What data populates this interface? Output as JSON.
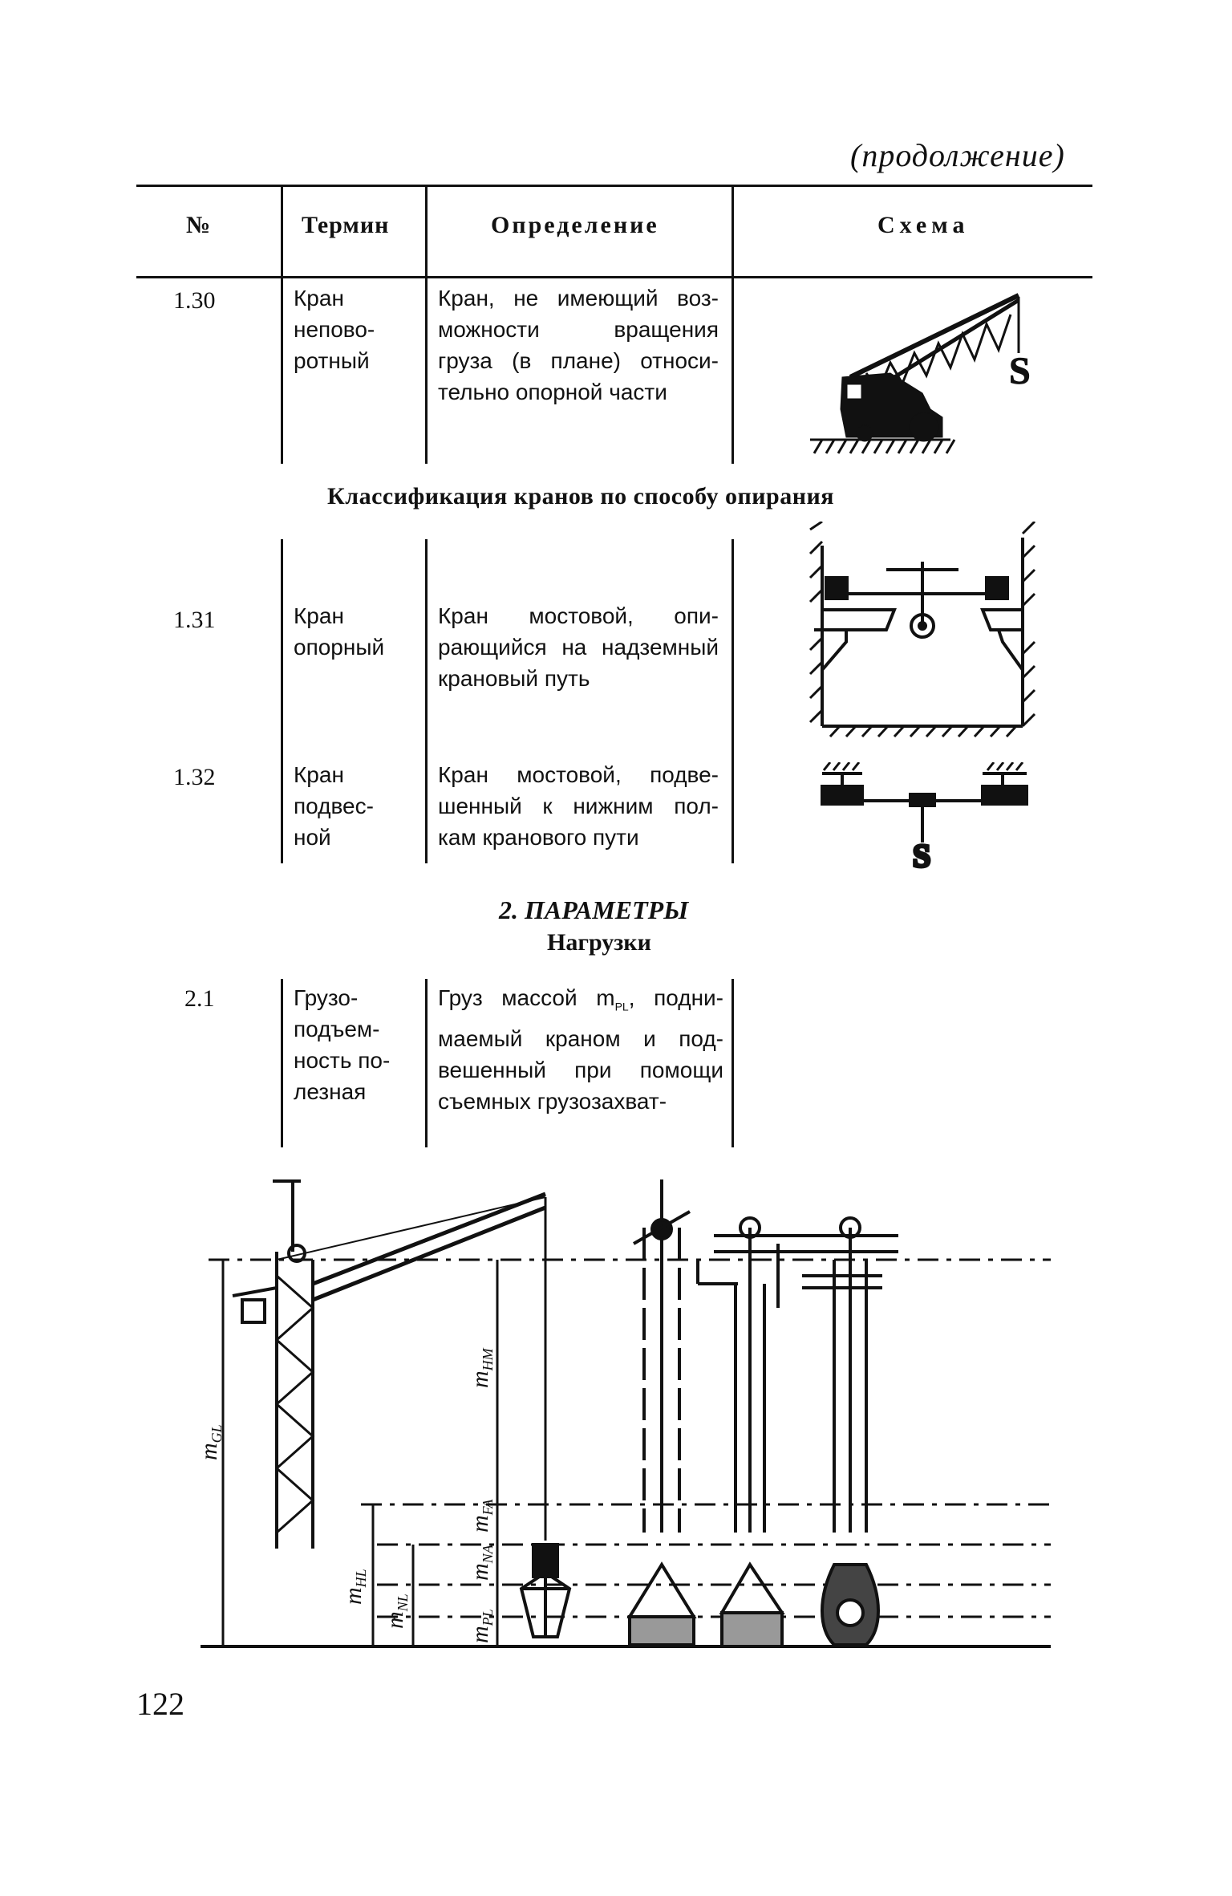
{
  "continuation": "(продолжение)",
  "table_header": {
    "num": "№",
    "term": "Термин",
    "definition": "Определение",
    "scheme": "Схема"
  },
  "rows_top": [
    {
      "num": "1.30",
      "term": [
        "Кран",
        "непово-",
        "ротный"
      ],
      "definition": [
        "Кран, не имеющий воз-",
        "можности вращения",
        "груза (в плане) относи-",
        "тельно опорной части"
      ]
    }
  ],
  "section_support": "Классификация кранов по способу опирания",
  "rows_support": [
    {
      "num": "1.31",
      "term": [
        "Кран",
        "опорный"
      ],
      "definition": [
        "Кран мостовой, опи-",
        "рающийся на надземный",
        "крановый путь"
      ]
    },
    {
      "num": "1.32",
      "term": [
        "Кран",
        "подвес-",
        "ной"
      ],
      "definition": [
        "Кран мостовой, подве-",
        "шенный к нижним пол-",
        "кам кранового пути"
      ]
    }
  ],
  "section_params": "2. ПАРАМЕТРЫ",
  "section_loads": "Нагрузки",
  "rows_params": [
    {
      "num": "2.1",
      "term": [
        "Грузо-",
        "подъем-",
        "ность по-",
        "лезная"
      ],
      "definition": [
        "Груз массой m",
        "PL",
        ", подни-",
        "маемый краном и под-",
        "вешенный при помощи",
        "съемных грузозахват-"
      ]
    }
  ],
  "figure_labels": {
    "mGL": "m",
    "mGL_sub": "GL",
    "mHM": "m",
    "mHM_sub": "HM",
    "mHL": "m",
    "mHL_sub": "HL",
    "mNL": "m",
    "mNL_sub": "NL",
    "mFA": "m",
    "mFA_sub": "FA",
    "mNA": "m",
    "mNA_sub": "NA",
    "mPL": "m",
    "mPL_sub": "PL"
  },
  "page_number": "122"
}
